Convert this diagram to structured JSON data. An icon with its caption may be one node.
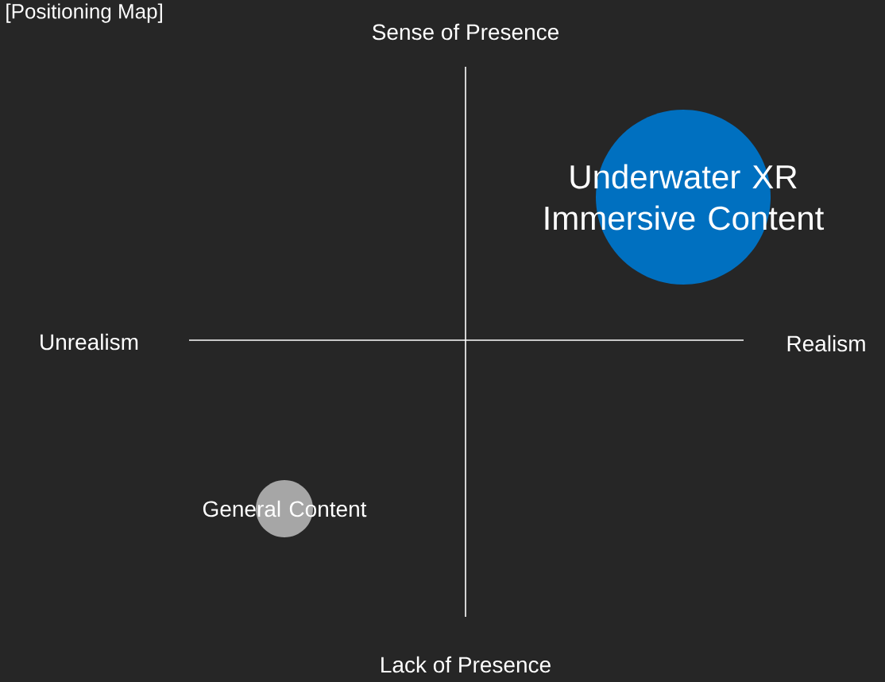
{
  "diagram": {
    "title": "[Positioning Map]",
    "nodes": [
      {
        "text": [
          "Underwater XR Immersive Content"
        ]
      },
      {
        "text": [
          "General Content"
        ]
      }
    ],
    "labels": [
      "Sense of Presence",
      "Unrealism",
      "Realism",
      "Lack of Presence"
    ]
  }
}
